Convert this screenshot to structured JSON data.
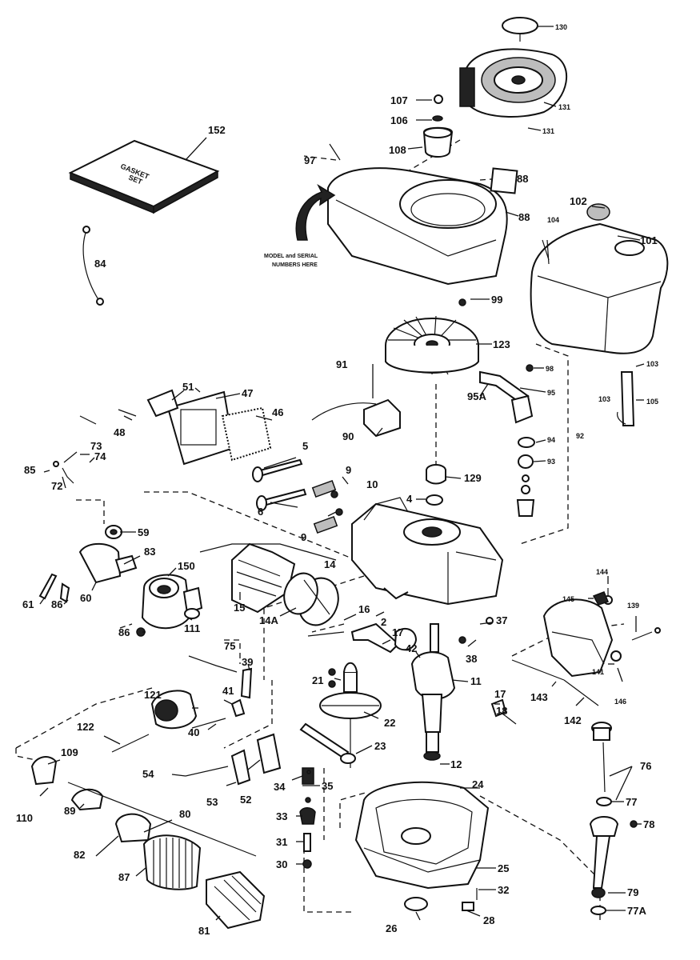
{
  "gasket_set": {
    "line1": "GASKET",
    "line2": "SET"
  },
  "model_note": {
    "line1": "MODEL and SERIAL",
    "line2": "NUMBERS HERE"
  },
  "labels": {
    "l130": "130",
    "l107": "107",
    "l106": "106",
    "l108": "108",
    "l131a": "131",
    "l131b": "131",
    "l97": "97",
    "l152": "152",
    "l88a": "88",
    "l88b": "88",
    "l102": "102",
    "l104": "104",
    "l101": "101",
    "l84": "84",
    "l99": "99",
    "l123": "123",
    "l91": "91",
    "l98": "98",
    "l103": "103",
    "l103b": "103",
    "l105": "105",
    "l51": "51",
    "l47": "47",
    "l95a": "95A",
    "l95": "95",
    "l46": "46",
    "l48": "48",
    "l90": "90",
    "l94": "94",
    "l92": "92",
    "l5": "5",
    "l93": "93",
    "l73": "73",
    "l74": "74",
    "l129": "129",
    "l85": "85",
    "l72": "72",
    "l9a": "9",
    "l10": "10",
    "l4": "4",
    "l6": "6",
    "l9b": "9",
    "l59": "59",
    "l83": "83",
    "l150": "150",
    "l14": "14",
    "l144": "144",
    "l145": "145",
    "l139": "139",
    "l61": "61",
    "l86": "86",
    "l60": "60",
    "l15": "15",
    "l14a": "14A",
    "l16": "16",
    "l2": "2",
    "l37": "37",
    "l86b": "86",
    "l111": "111",
    "l75": "75",
    "l17": "17",
    "l42": "42",
    "l38": "38",
    "l141": "141",
    "l39": "39",
    "l21": "21",
    "l11": "11",
    "l146": "146",
    "l41": "41",
    "l143": "143",
    "l121": "121",
    "l17b": "17",
    "l18": "18",
    "l40": "40",
    "l22": "22",
    "l142": "142",
    "l122": "122",
    "l23": "23",
    "l109": "109",
    "l12": "12",
    "l76": "76",
    "l54": "54",
    "l34": "34",
    "l35": "35",
    "l24": "24",
    "l53": "53",
    "l52": "52",
    "l77": "77",
    "l110": "110",
    "l89": "89",
    "l80": "80",
    "l33": "33",
    "l78": "78",
    "l82": "82",
    "l31": "31",
    "l87": "87",
    "l30": "30",
    "l25": "25",
    "l32": "32",
    "l79": "79",
    "l77a": "77A",
    "l81": "81",
    "l26": "26",
    "l28": "28"
  }
}
